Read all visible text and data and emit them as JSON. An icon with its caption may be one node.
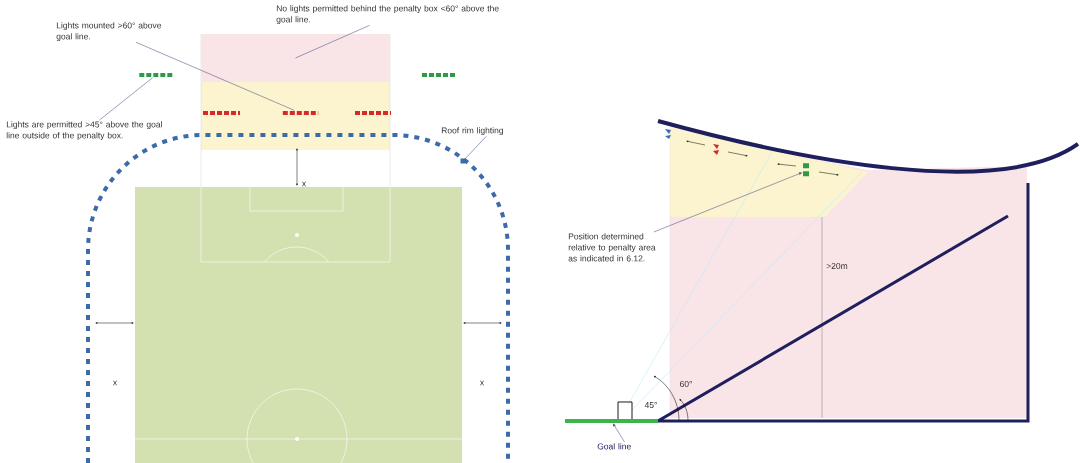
{
  "diagram": {
    "nodes": [
      {
        "text": [
          "No lights permitted behind the penalty box <60° above the goal line."
        ]
      },
      {
        "text": [
          "Lights mounted >60° above goal line."
        ]
      },
      {
        "text": [
          "Lights are permitted >45° above the goal line outside of the penalty box."
        ]
      },
      {
        "text": [
          "Roof rim lighting"
        ]
      },
      {
        "text": [
          "Position determined relative to penalty area as indicated in 6.12."
        ]
      },
      {
        "text": [
          "Goal line"
        ]
      },
      {
        "text": [],
        "shape": "box"
      },
      {
        "text": [],
        "shape": "bar"
      },
      {
        "text": [],
        "shape": "bar"
      },
      {
        "text": [],
        "shape": "line"
      },
      {
        "text": [],
        "shape": "bar"
      },
      {
        "text": [],
        "shape": "line"
      }
    ],
    "edges": [
      {
        "from": 0,
        "to": 6,
        "arrow": "none"
      },
      {
        "from": 1,
        "to": 7,
        "arrow": "none"
      },
      {
        "from": 2,
        "to": 8,
        "arrow": "none"
      },
      {
        "from": 3,
        "to": 9,
        "arrow": "none"
      },
      {
        "from": 4,
        "to": 10,
        "arrow": "to"
      },
      {
        "from": 5,
        "to": 11,
        "arrow": "to"
      }
    ],
    "labels": [
      "x",
      "x",
      "x",
      ">20m",
      "60°",
      "45°"
    ]
  }
}
